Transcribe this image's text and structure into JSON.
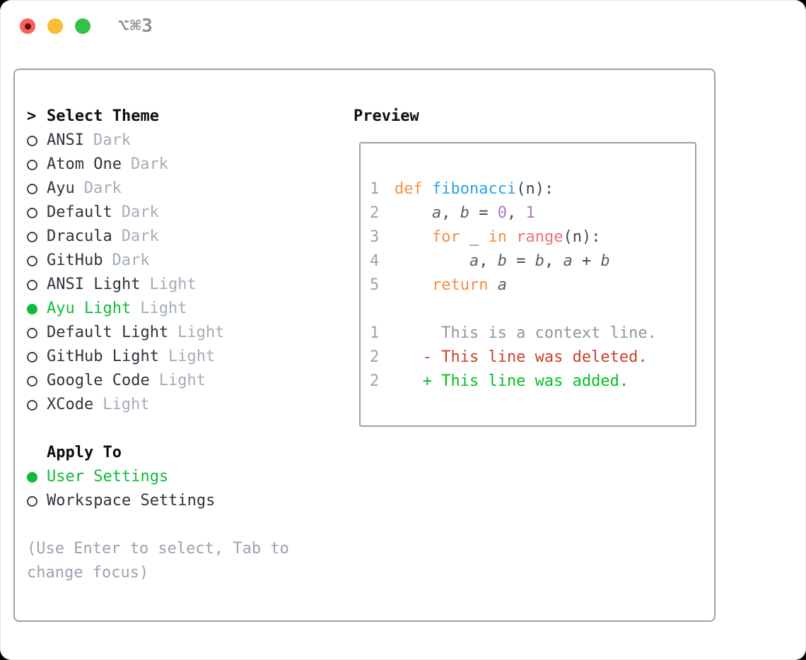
{
  "window": {
    "title": "⌥⌘3"
  },
  "colors": {
    "selection_green": "#0fbb3d",
    "added_green": "#00c022",
    "deleted_red": "#c8412b",
    "keyword_orange": "#fa8d3e",
    "function_blue": "#2ba3e8",
    "builtin_coral": "#f07171",
    "number_purple": "#a37acc",
    "variable_gray": "#5a6068",
    "plain_dark": "#3f4750",
    "line_number_gray": "#9aa3af",
    "muted_gray": "#a3adb8",
    "border_gray": "#99a1ac",
    "traffic_red": "#f8605a",
    "traffic_yellow": "#f8bc38",
    "traffic_green": "#35c148"
  },
  "theme_picker": {
    "heading_marker": ">",
    "heading": "Select Theme",
    "items": [
      {
        "name": "ANSI",
        "variant": "Dark",
        "selected": false
      },
      {
        "name": "Atom One",
        "variant": "Dark",
        "selected": false
      },
      {
        "name": "Ayu",
        "variant": "Dark",
        "selected": false
      },
      {
        "name": "Default",
        "variant": "Dark",
        "selected": false
      },
      {
        "name": "Dracula",
        "variant": "Dark",
        "selected": false
      },
      {
        "name": "GitHub",
        "variant": "Dark",
        "selected": false
      },
      {
        "name": "ANSI Light",
        "variant": "Light",
        "selected": false
      },
      {
        "name": "Ayu Light",
        "variant": "Light",
        "selected": true
      },
      {
        "name": "Default Light",
        "variant": "Light",
        "selected": false
      },
      {
        "name": "GitHub Light",
        "variant": "Light",
        "selected": false
      },
      {
        "name": "Google Code",
        "variant": "Light",
        "selected": false
      },
      {
        "name": "XCode",
        "variant": "Light",
        "selected": false
      }
    ]
  },
  "apply_to": {
    "heading": "Apply To",
    "options": [
      {
        "label": "User Settings",
        "selected": true
      },
      {
        "label": "Workspace Settings",
        "selected": false
      }
    ]
  },
  "hint": {
    "lines": [
      "(Use Enter to select, Tab to",
      "change focus)"
    ]
  },
  "preview": {
    "heading": "Preview",
    "code_lines": [
      {
        "num": "1",
        "tokens": [
          {
            "t": "def",
            "c": "kw"
          },
          {
            "t": " ",
            "c": "pl"
          },
          {
            "t": "fibonacci",
            "c": "fn"
          },
          {
            "t": "(n):",
            "c": "pl"
          }
        ]
      },
      {
        "num": "2",
        "tokens": [
          {
            "t": "    ",
            "c": "pl"
          },
          {
            "t": "a",
            "c": "var"
          },
          {
            "t": ", ",
            "c": "pl"
          },
          {
            "t": "b",
            "c": "var"
          },
          {
            "t": " = ",
            "c": "pl"
          },
          {
            "t": "0",
            "c": "num"
          },
          {
            "t": ", ",
            "c": "pl"
          },
          {
            "t": "1",
            "c": "num"
          }
        ]
      },
      {
        "num": "3",
        "tokens": [
          {
            "t": "    ",
            "c": "pl"
          },
          {
            "t": "for",
            "c": "kw"
          },
          {
            "t": " _ ",
            "c": "pl"
          },
          {
            "t": "in",
            "c": "kw"
          },
          {
            "t": " ",
            "c": "pl"
          },
          {
            "t": "range",
            "c": "call"
          },
          {
            "t": "(n):",
            "c": "pl"
          }
        ]
      },
      {
        "num": "4",
        "tokens": [
          {
            "t": "        ",
            "c": "pl"
          },
          {
            "t": "a",
            "c": "var"
          },
          {
            "t": ", ",
            "c": "pl"
          },
          {
            "t": "b",
            "c": "var"
          },
          {
            "t": " = ",
            "c": "pl"
          },
          {
            "t": "b",
            "c": "var"
          },
          {
            "t": ", ",
            "c": "pl"
          },
          {
            "t": "a",
            "c": "var"
          },
          {
            "t": " + ",
            "c": "pl"
          },
          {
            "t": "b",
            "c": "var"
          }
        ]
      },
      {
        "num": "5",
        "tokens": [
          {
            "t": "    ",
            "c": "pl"
          },
          {
            "t": "return",
            "c": "kw"
          },
          {
            "t": " ",
            "c": "pl"
          },
          {
            "t": "a",
            "c": "var"
          }
        ]
      },
      {
        "num": "",
        "tokens": []
      },
      {
        "num": "1",
        "tokens": [
          {
            "t": "     This is a context line.",
            "c": "ctx"
          }
        ]
      },
      {
        "num": "2",
        "tokens": [
          {
            "t": "   - This line was deleted.",
            "c": "del"
          }
        ]
      },
      {
        "num": "2",
        "tokens": [
          {
            "t": "   + This line was added.",
            "c": "add"
          }
        ]
      }
    ]
  }
}
